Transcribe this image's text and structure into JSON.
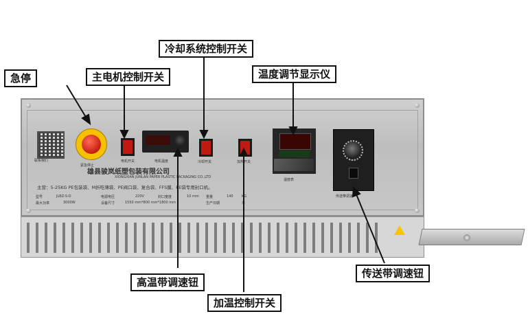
{
  "callouts": {
    "emergency_stop": "急停",
    "main_motor_switch": "主电机控制开关",
    "cooling_switch": "冷却系统控制开关",
    "temp_display": "温度调节显示仪",
    "high_temp_belt_knob": "高温带调速钮",
    "heating_switch": "加温控制开关",
    "conveyor_speed_knob": "传送带调速钮"
  },
  "panel_labels": {
    "qr_caption": "联系我们",
    "estop_caption": "紧急停止",
    "motor_switch": "电机开关",
    "motor_temp": "电机温度",
    "cooling_switch": "冷却开关",
    "heating_switch": "加热开关",
    "temp_display": "温度表",
    "conveyor": "传送带调速"
  },
  "company": {
    "name_cn": "雄县骏岚纸塑包装有限公司",
    "name_en": "XIONGXIAN JUNLAN PAPER PLASTIC PACKAGING CO.,LTD",
    "products": "主营：5-25KG PE包装袋、M折吃薄袋、PE阀口袋、复合袋、FFS膜、PE袋专用封口机。"
  },
  "specs": {
    "row1": [
      "型号",
      "JLBZ-S-D",
      "电源电压",
      "220V",
      "封口宽度",
      "10 mm",
      "重量",
      "140",
      "KG"
    ],
    "row2": [
      "最大功率",
      "3000W",
      "设备尺寸",
      "1550 mm*800 mm*1800 mm",
      "生产日期",
      "年"
    ]
  },
  "colors": {
    "callout_border": "#111111",
    "panel_steel": "#c6c7c6",
    "switch_red": "#c11a12",
    "estop_yellow": "#f6c200"
  }
}
